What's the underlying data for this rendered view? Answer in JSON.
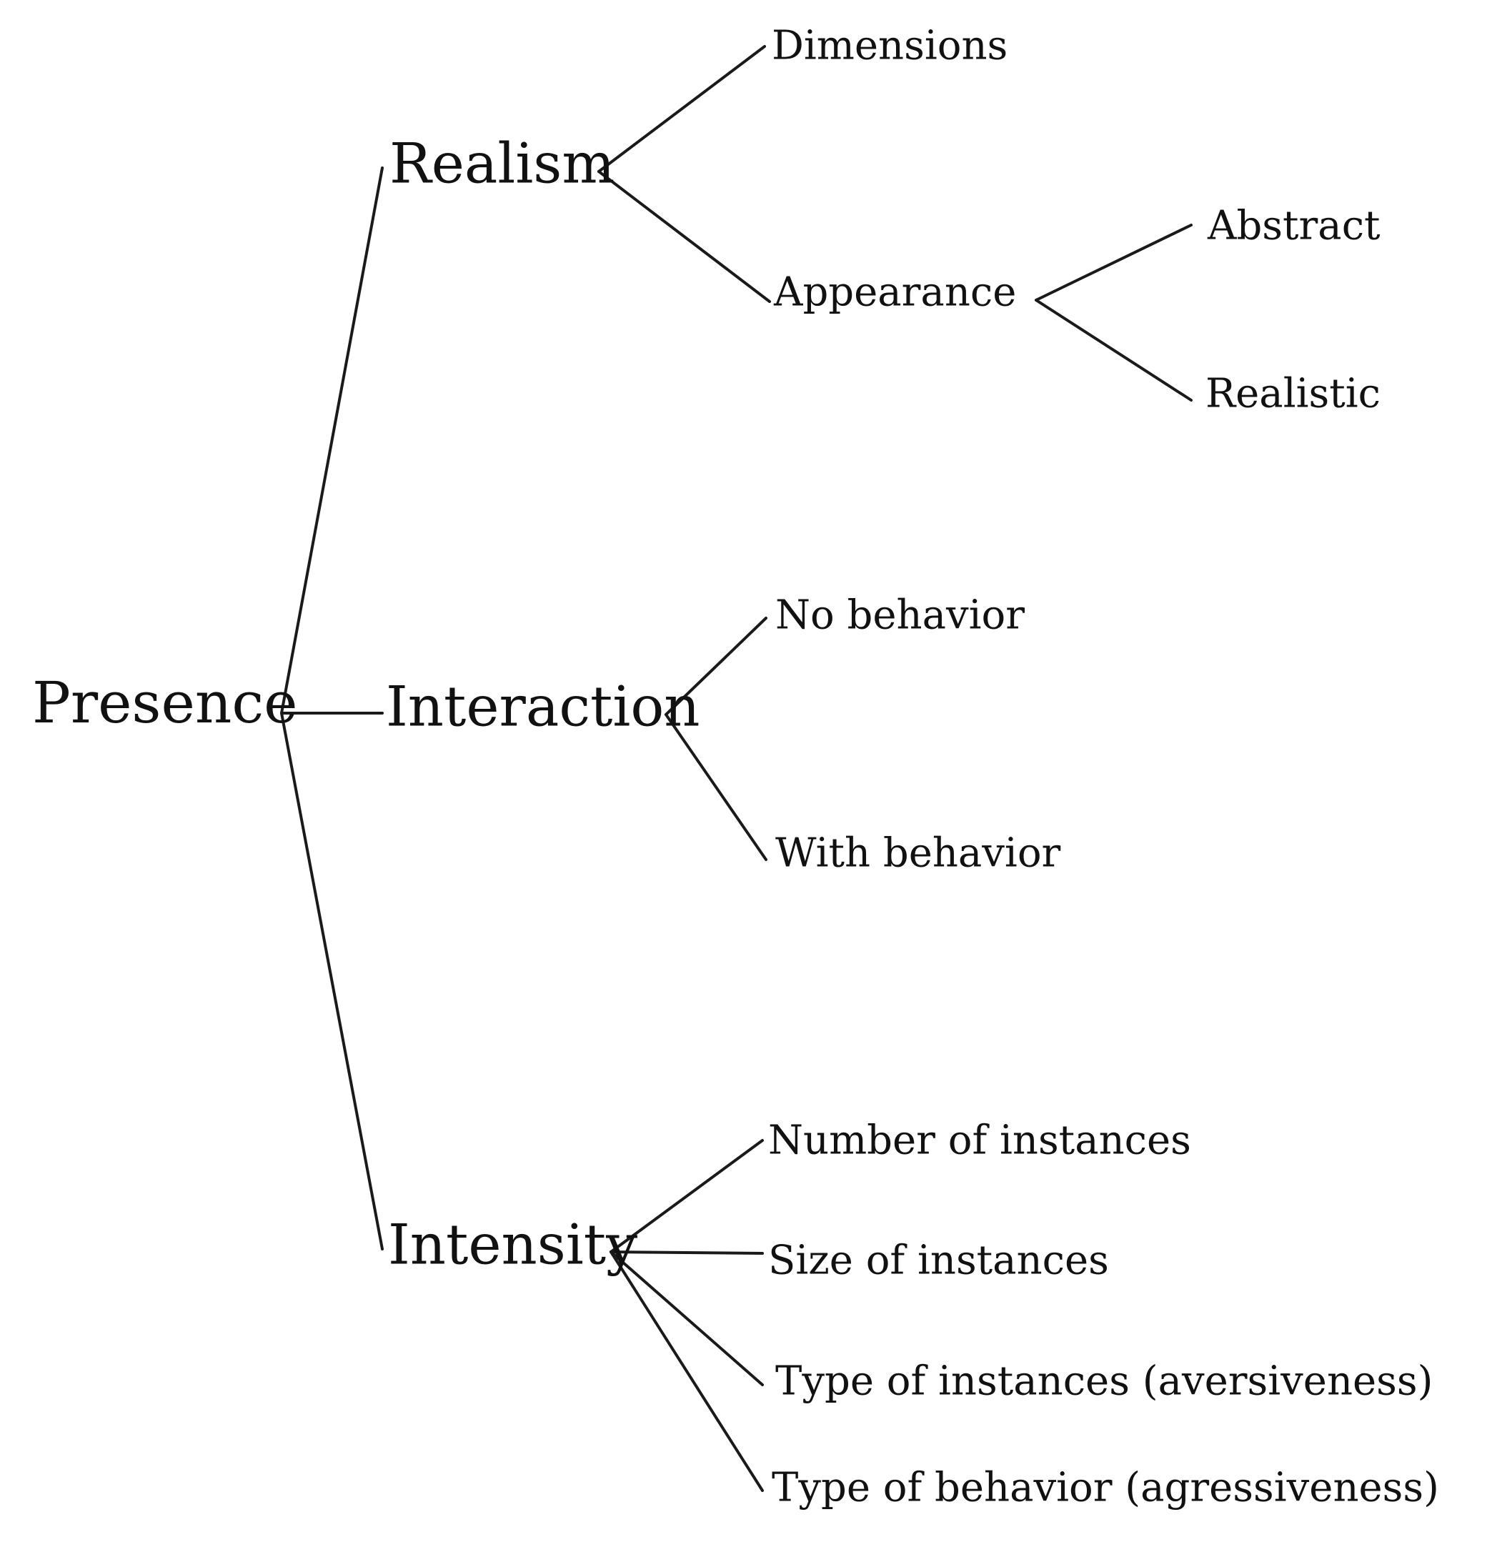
{
  "tree": {
    "root": {
      "label": "Presence"
    },
    "realism": {
      "label": "Realism",
      "children": {
        "dimensions": {
          "label": "Dimensions"
        },
        "appearance": {
          "label": "Appearance",
          "children": {
            "abstract": {
              "label": "Abstract"
            },
            "realistic": {
              "label": "Realistic"
            }
          }
        }
      }
    },
    "interaction": {
      "label": "Interaction",
      "children": {
        "no_behavior": {
          "label": "No behavior"
        },
        "with_behavior": {
          "label": "With behavior"
        }
      }
    },
    "intensity": {
      "label": "Intensity",
      "children": {
        "number_of_instances": {
          "label": "Number of instances"
        },
        "size_of_instances": {
          "label": "Size of instances"
        },
        "type_of_instances": {
          "label": "Type of instances (aversiveness)"
        },
        "type_of_behavior": {
          "label": "Type of behavior (agressiveness)"
        }
      }
    }
  }
}
